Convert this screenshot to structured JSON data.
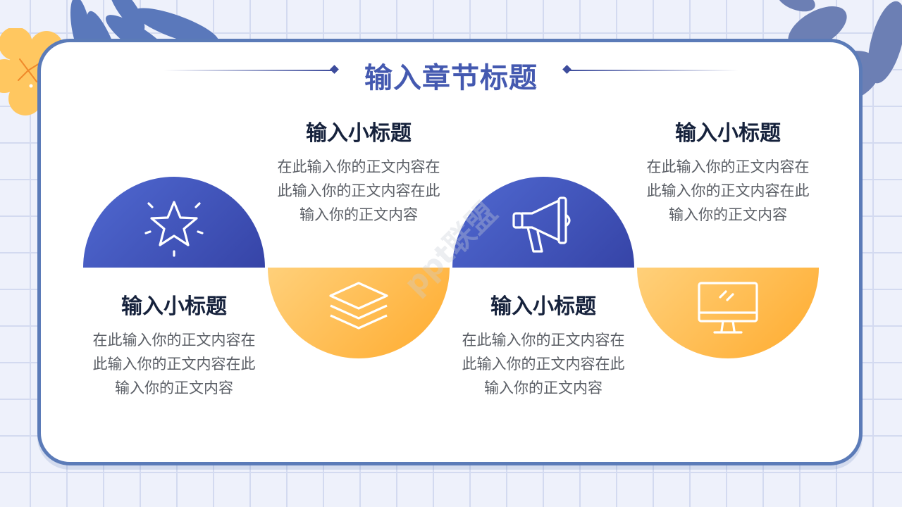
{
  "title": "输入章节标题",
  "watermark": "ppt联盟",
  "colors": {
    "blue": "#3d4fb0",
    "orange": "#ffb340",
    "frame": "#5b7bb8"
  },
  "items": [
    {
      "heading": "输入小标题",
      "text": "在此输入你的正文内容在此输入你的正文内容在此输入你的正文内容",
      "icon": "star-icon"
    },
    {
      "heading": "输入小标题",
      "text": "在此输入你的正文内容在此输入你的正文内容在此输入你的正文内容",
      "icon": "layers-icon"
    },
    {
      "heading": "输入小标题",
      "text": "在此输入你的正文内容在此输入你的正文内容在此输入你的正文内容",
      "icon": "megaphone-icon"
    },
    {
      "heading": "输入小标题",
      "text": "在此输入你的正文内容在此输入你的正文内容在此输入你的正文内容",
      "icon": "monitor-icon"
    }
  ]
}
